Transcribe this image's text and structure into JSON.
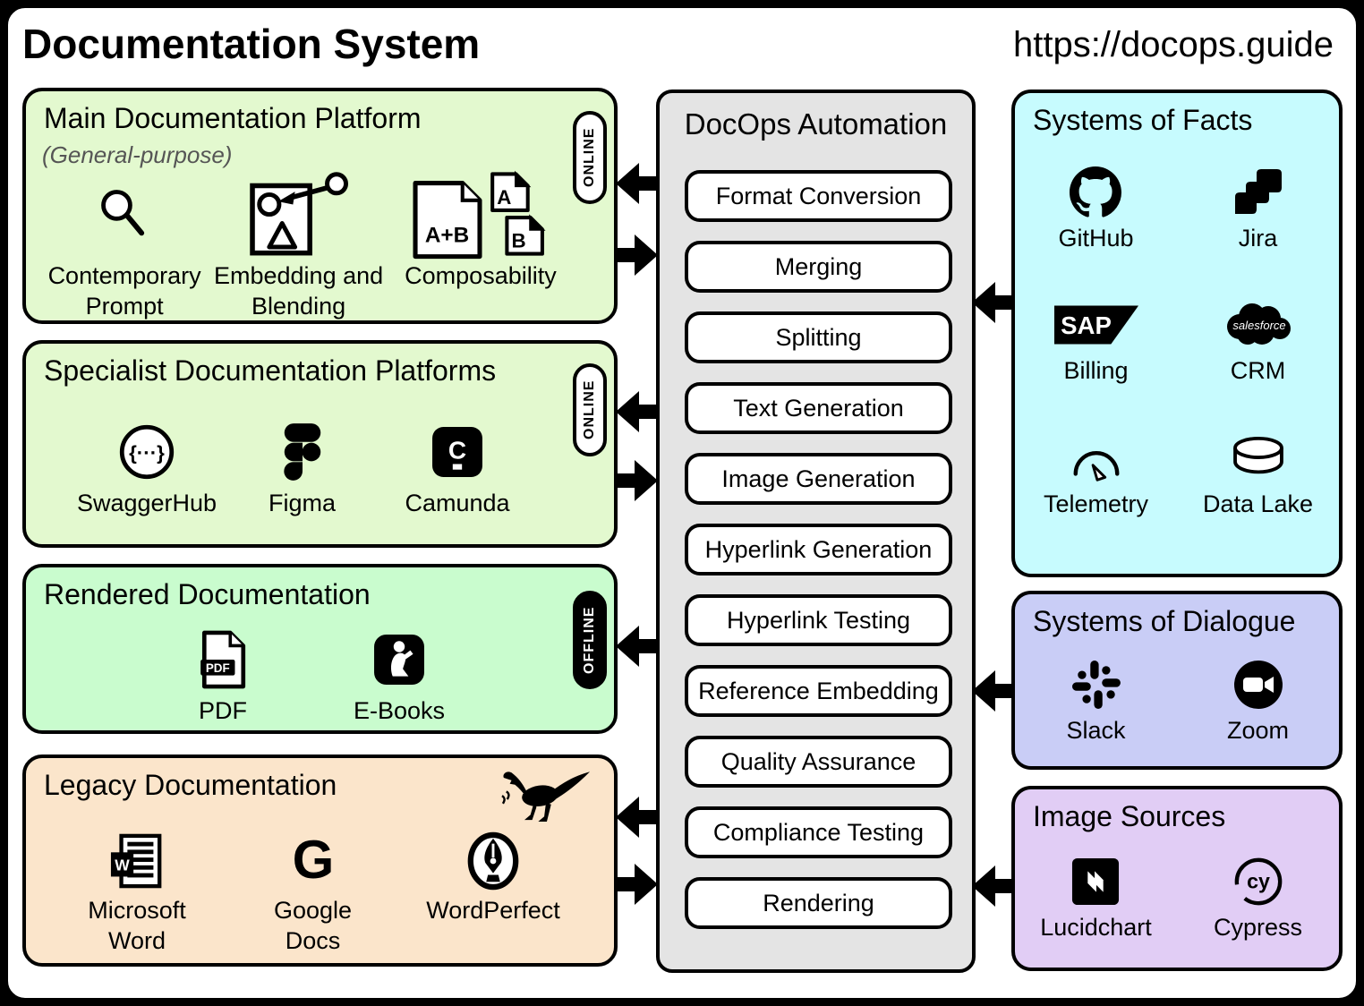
{
  "header": {
    "title": "Documentation System",
    "url": "https://docops.guide"
  },
  "main_platform": {
    "title": "Main Documentation Platform",
    "subtitle": "(General-purpose)",
    "badge": "ONLINE",
    "features": [
      {
        "label": "Contemporary Prompt",
        "icon": "search-icon"
      },
      {
        "label": "Embedding and Blending",
        "icon": "embed-blend-icon"
      },
      {
        "label": "Composability",
        "icon": "composed-documents-icon"
      }
    ],
    "composability_icon_text": {
      "main": "A+B",
      "doc_a": "A",
      "doc_b": "B"
    }
  },
  "specialist_platforms": {
    "title": "Specialist Documentation Platforms",
    "badge": "ONLINE",
    "tools": [
      {
        "label": "SwaggerHub",
        "icon": "swaggerhub-icon",
        "icon_text": "{···}"
      },
      {
        "label": "Figma",
        "icon": "figma-icon"
      },
      {
        "label": "Camunda",
        "icon": "camunda-icon",
        "icon_text": "C"
      }
    ]
  },
  "rendered_docs": {
    "title": "Rendered Documentation",
    "badge": "OFFLINE",
    "formats": [
      {
        "label": "PDF",
        "icon": "pdf-icon",
        "icon_text": "PDF"
      },
      {
        "label": "E-Books",
        "icon": "ebooks-icon"
      }
    ]
  },
  "legacy_docs": {
    "title": "Legacy Documentation",
    "decoration": "dinosaur-icon",
    "tools": [
      {
        "label": "Microsoft Word",
        "icon": "word-icon",
        "icon_text": "W"
      },
      {
        "label": "Google Docs",
        "icon": "google-docs-icon",
        "icon_text": "G"
      },
      {
        "label": "WordPerfect",
        "icon": "wordperfect-icon"
      }
    ]
  },
  "automation": {
    "title": "DocOps Automation",
    "operations": [
      "Format Conversion",
      "Merging",
      "Splitting",
      "Text Generation",
      "Image Generation",
      "Hyperlink Generation",
      "Hyperlink Testing",
      "Reference Embedding",
      "Quality Assurance",
      "Compliance Testing",
      "Rendering"
    ]
  },
  "systems_of_facts": {
    "title": "Systems of Facts",
    "sources": [
      {
        "label": "GitHub",
        "icon": "github-icon"
      },
      {
        "label": "Jira",
        "icon": "jira-icon"
      },
      {
        "label": "Billing",
        "icon": "sap-icon",
        "icon_text": "SAP"
      },
      {
        "label": "CRM",
        "icon": "salesforce-icon",
        "icon_text": "salesforce"
      },
      {
        "label": "Telemetry",
        "icon": "gauge-icon"
      },
      {
        "label": "Data Lake",
        "icon": "database-icon"
      }
    ]
  },
  "systems_of_dialogue": {
    "title": "Systems of Dialogue",
    "sources": [
      {
        "label": "Slack",
        "icon": "slack-icon"
      },
      {
        "label": "Zoom",
        "icon": "zoom-icon"
      }
    ]
  },
  "image_sources": {
    "title": "Image Sources",
    "sources": [
      {
        "label": "Lucidchart",
        "icon": "lucidchart-icon"
      },
      {
        "label": "Cypress",
        "icon": "cypress-icon",
        "icon_text": "cy"
      }
    ]
  },
  "colors": {
    "platform_green": "#e3f9cf",
    "rendered_green": "#c9fcce",
    "legacy_peach": "#fbe5cb",
    "automation_grey": "#e4e4e4",
    "facts_cyan": "#c7fbfe",
    "dialogue_periwinkle": "#c9cdf6",
    "images_purple": "#e1cdf5",
    "outline_black": "#000000"
  }
}
